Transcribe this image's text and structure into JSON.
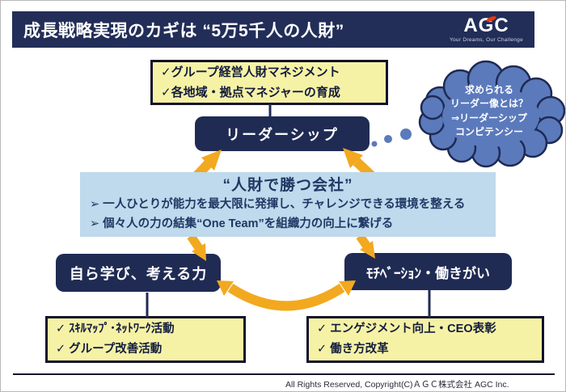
{
  "title_bar": {
    "title": "成長戦略実現のカギは “5万5千人の人財”",
    "logo_text": "AGC",
    "logo_tagline": "Your Dreams, Our Challenge"
  },
  "top_box": {
    "items": [
      "✓グループ経営人財マネジメント",
      "✓各地域・拠点マネジャーの育成"
    ]
  },
  "leadership_box": {
    "label": "リーダーシップ"
  },
  "thought_bubble": {
    "lines": [
      "求められる",
      "リーダー像とは？",
      "⇒リーダーシップ",
      "コンピテンシー"
    ]
  },
  "vision_box": {
    "title": "“人財で勝つ会社”",
    "bullets": [
      "➢ 一人ひとりが能力を最大限に発揮し、チャレンジできる環境を整える",
      "➢ 個々人の力の結集“One Team”を組織力の向上に繋げる"
    ]
  },
  "left_box": {
    "label": "自ら学び、考える力"
  },
  "right_box": {
    "label": "ﾓﾁﾍﾞｰｼｮﾝ・働きがい"
  },
  "bottom_left_box": {
    "items": [
      "✓ ｽｷﾙﾏｯﾌﾟ･ﾈｯﾄﾜｰｸ活動",
      "✓ グループ改善活動"
    ]
  },
  "bottom_right_box": {
    "items": [
      "✓ エンゲジメント向上・CEO表彰",
      "✓ 働き方改革"
    ]
  },
  "footer": {
    "text": "All Rights Reserved, Copyright(C)ＡＧＣ株式会社 AGC Inc."
  },
  "colors": {
    "navy": "#202B54",
    "gold": "#F2A91F",
    "light_yellow": "#F6F2A5",
    "light_blue": "#BFD9ED",
    "bubble_blue": "#5B7ABC",
    "logo_red": "#E8380D"
  }
}
